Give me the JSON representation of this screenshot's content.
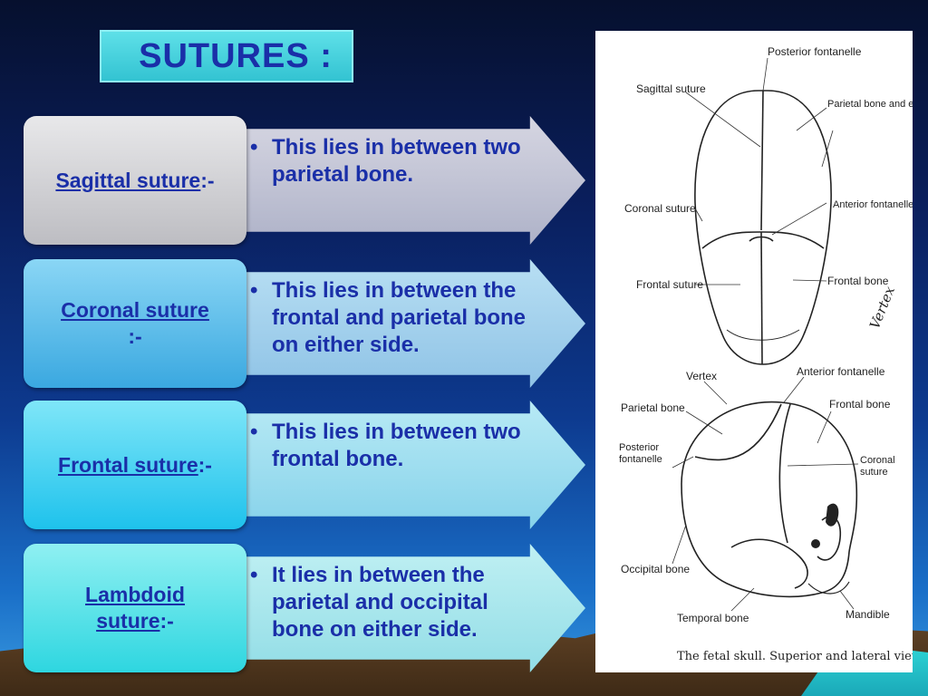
{
  "title": "SUTURES :",
  "sutures": [
    {
      "name": "Sagittal suture",
      "suffix": ":-",
      "description": "This lies in between two parietal bone."
    },
    {
      "name": "Coronal suture",
      "suffix": ":-",
      "description": "This lies in between the frontal and parietal bone on either side."
    },
    {
      "name": "Frontal suture",
      "suffix": ":-",
      "description": "This lies in between two frontal bone."
    },
    {
      "name": "Lambdoid suture",
      "suffix": ":-",
      "description": "It lies in between the parietal and occipital bone on either side."
    }
  ],
  "figure": {
    "superior_labels": {
      "posterior_fontanelle": "Posterior fontanelle",
      "sagittal_suture": "Sagittal suture",
      "parietal_bone_eminence": "Parietal bone and eminence",
      "coronal_suture": "Coronal suture",
      "anterior_fontanelle": "Anterior fontanelle",
      "frontal_suture": "Frontal suture",
      "frontal_bone": "Frontal bone",
      "vertex_handwritten": "Vertex"
    },
    "lateral_labels": {
      "vertex": "Vertex",
      "anterior_fontanelle": "Anterior fontanelle",
      "parietal_bone": "Parietal bone",
      "frontal_bone": "Frontal bone",
      "posterior_fontanelle": "Posterior fontanelle",
      "coronal_suture": "Coronal suture",
      "occipital_bone": "Occipital bone",
      "temporal_bone": "Temporal bone",
      "mandible": "Mandible"
    },
    "caption": "The fetal skull. Superior and lateral views"
  },
  "colors": {
    "text": "#1a2fa8",
    "title_bg": "#33c3d2",
    "label_1": "#cfcfd2",
    "label_2": "#5ec3ee",
    "label_3": "#4ad8f2",
    "label_4": "#55e3ea"
  }
}
